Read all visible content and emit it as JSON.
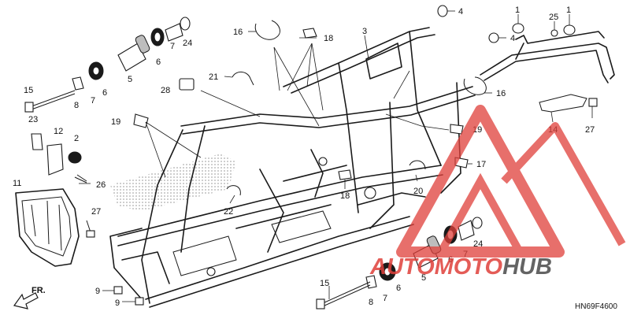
{
  "diagram_code": "HN69F4600",
  "direction_label": "FR.",
  "callouts": {
    "c4a": "4",
    "c4b": "4",
    "c1a": "1",
    "c1b": "1",
    "c25": "25",
    "c16a": "16",
    "c18a": "18",
    "c3": "3",
    "c7a": "7",
    "c6a": "6",
    "c24a": "24",
    "c5a": "5",
    "c6b": "6",
    "c7b": "7",
    "c15a": "15",
    "c8a": "8",
    "c28": "28",
    "c21": "21",
    "c16b": "16",
    "c23": "23",
    "c12": "12",
    "c2": "2",
    "c19a": "19",
    "c19b": "19",
    "c17": "17",
    "c14": "14",
    "c27a": "27",
    "c26": "26",
    "c11": "11",
    "c27b": "27",
    "c22": "22",
    "c18b": "18",
    "c20": "20",
    "c6c": "6",
    "c7c": "7",
    "c24b": "24",
    "c5b": "5",
    "c6d": "6",
    "c7d": "7",
    "c9a": "9",
    "c9b": "9",
    "c15b": "15",
    "c8b": "8"
  },
  "watermark": {
    "text_red": "AUTOMOTO",
    "text_dark": "HUB",
    "color_red": "#e0403a",
    "color_dark": "#4a4a4a"
  }
}
